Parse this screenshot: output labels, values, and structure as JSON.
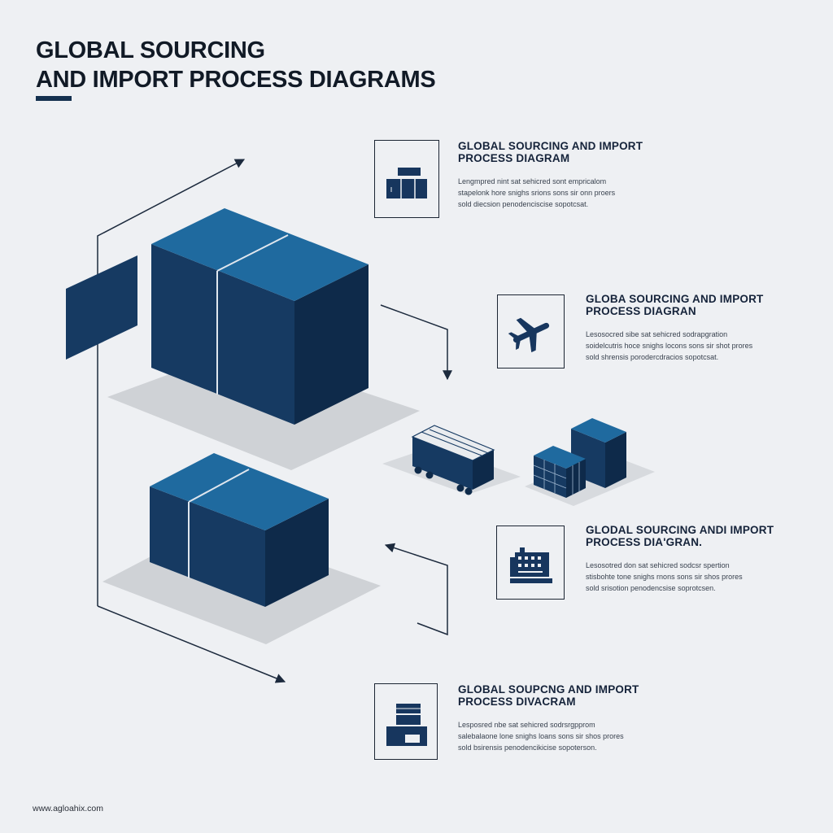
{
  "header": {
    "title_line1": "GLOBAL SOURCING",
    "title_line2": "AND IMPORT PROCESS DIAGRAMS"
  },
  "colors": {
    "box_top": "#1f6a9f",
    "box_left": "#163a62",
    "box_right": "#0e2a4a",
    "shadow": "#cfd2d6",
    "flow_line": "#1c2a3d",
    "icon": "#17365e"
  },
  "steps": [
    {
      "icon": "boxes-stack-icon",
      "title_line1": "GLOBAL SOURCING AND IMPORT",
      "title_line2": "PROCESS DIAGRAM",
      "body_line1": "Lengmpred nint sat sehicred sont empricalom",
      "body_line2": "stapelonk hore snighs srions sons sir onn proers",
      "body_line3": "sold diecsion penodenciscise sopotcsat."
    },
    {
      "icon": "airplane-icon",
      "title_line1": "GLOBA SOURCING AND IMPORT",
      "title_line2": "PROCESS DIAGRAN",
      "body_line1": "Lesosocred sibe sat sehicred sodrapgration",
      "body_line2": "soidelcutris hoce snighs locons sons sir shot prores",
      "body_line3": "sold shrensis porodercdracios sopotcsat."
    },
    {
      "icon": "factory-icon",
      "title_line1": "GLODAL SOURCING ANDI IMPORT",
      "title_line2": "PROCESS DIA'GRAN.",
      "body_line1": "Lesosotred don sat sehicred sodcsr spertion",
      "body_line2": "stisbohte tone snighs rnons sons sir shos prores",
      "body_line3": "sold srisotion penodencsise soprotcsen."
    },
    {
      "icon": "warehouse-stack-icon",
      "title_line1": "GLOBAL SOUPCNG AND IMPORT",
      "title_line2": "PROCESS DIVACRAM",
      "body_line1": "Lesposred nbe sat sehicred sodrsrgpprom",
      "body_line2": "salebalaone lone snighs loans sons sir shos prores",
      "body_line3": "sold bsirensis penodencikicise sopoterson."
    }
  ],
  "footer": {
    "url": "www.agloahix.com"
  }
}
